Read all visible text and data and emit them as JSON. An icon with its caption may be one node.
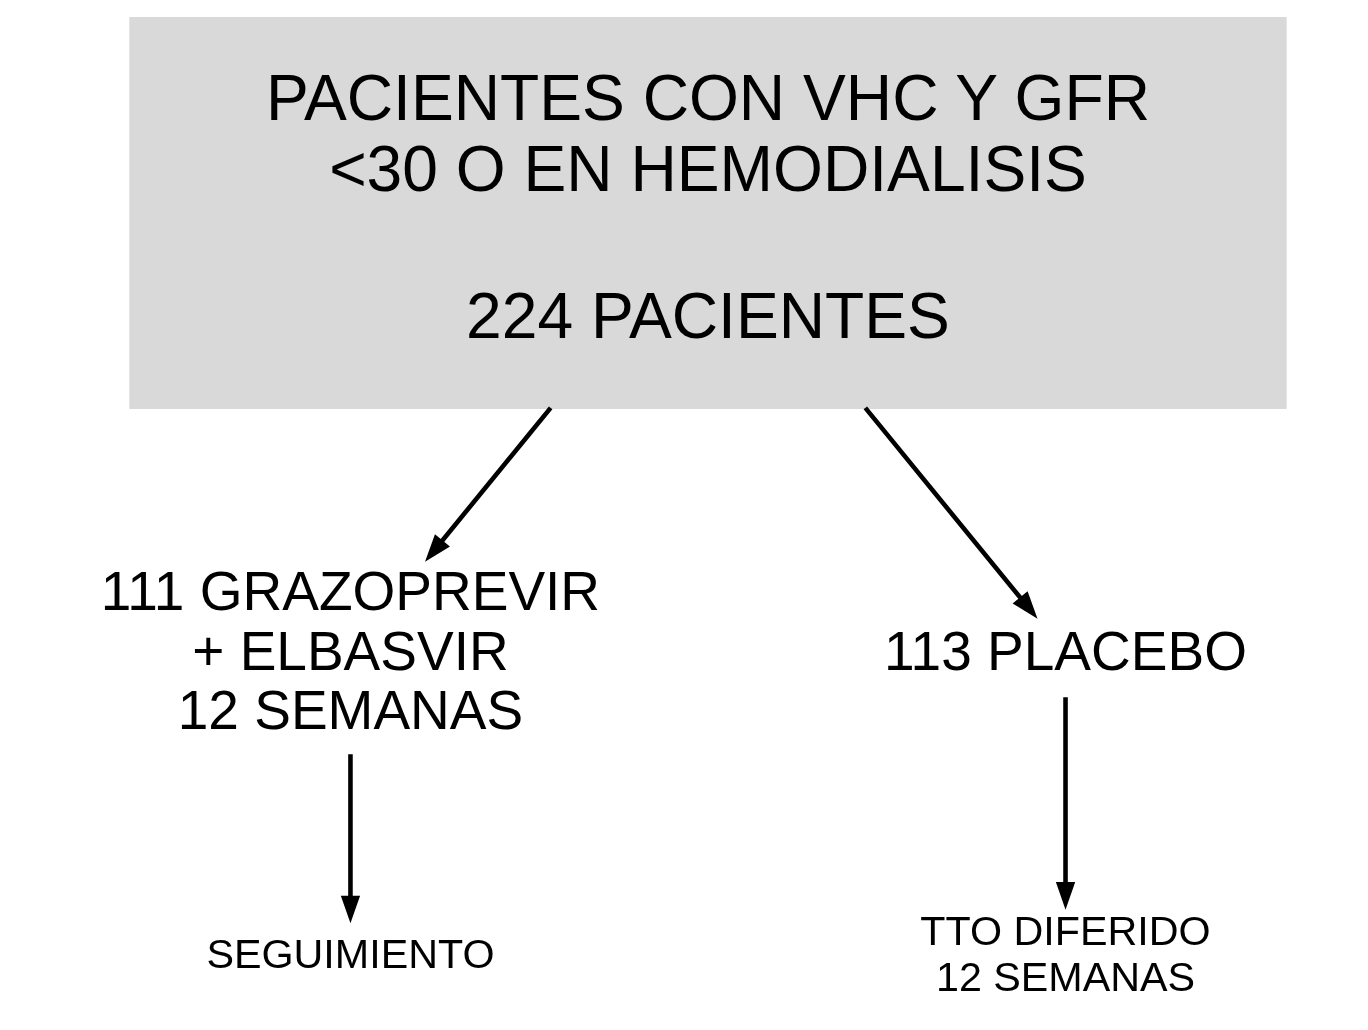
{
  "diagram": {
    "nodes": [
      {
        "text": [
          "PACIENTES CON VHC Y GFR <30 O EN HEMODIALISIS",
          "224 PACIENTES"
        ]
      },
      {
        "text": [
          "111 GRAZOPREVIR + ELBASVIR 12 SEMANAS"
        ]
      },
      {
        "text": [
          "113 PLACEBO"
        ]
      },
      {
        "text": [
          "SEGUIMIENTO"
        ]
      },
      {
        "text": [
          "TTO DIFERIDO 12 SEMANAS"
        ]
      }
    ],
    "edges": [
      {
        "from": 0,
        "to": 1,
        "arrow": "to"
      },
      {
        "from": 0,
        "to": 2,
        "arrow": "to"
      },
      {
        "from": 1,
        "to": 3,
        "arrow": "to"
      },
      {
        "from": 2,
        "to": 4,
        "arrow": "to"
      }
    ]
  }
}
